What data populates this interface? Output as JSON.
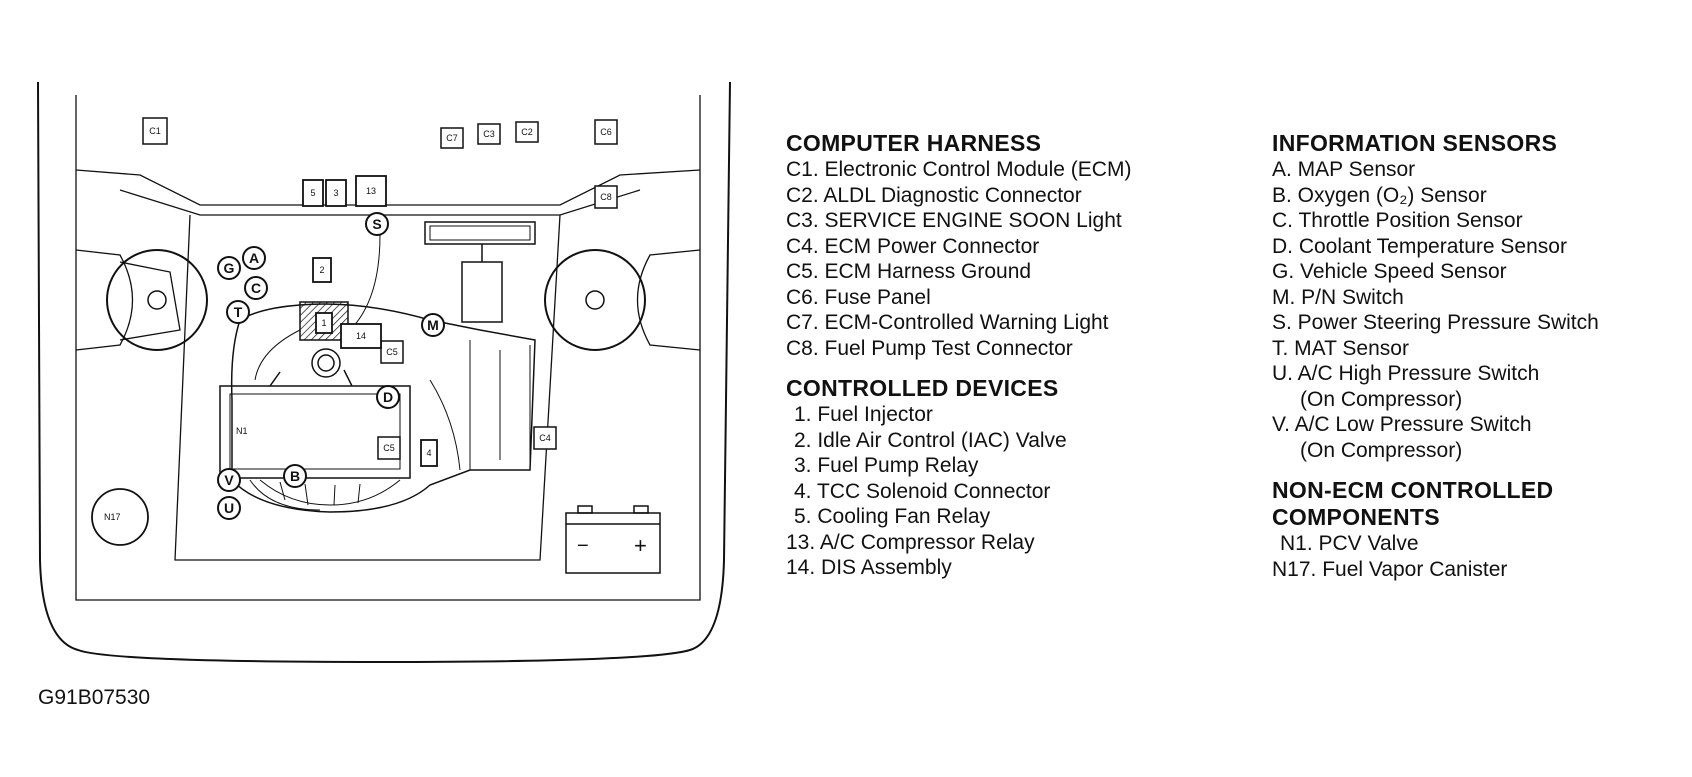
{
  "figure_id": "G91B07530",
  "diagram": {
    "harness_boxes": [
      "C1",
      "C7",
      "C3",
      "C2",
      "C6",
      "C8",
      "C4",
      "C5",
      "C5"
    ],
    "device_boxes": [
      "5",
      "3",
      "13",
      "2",
      "1",
      "14",
      "4"
    ],
    "sensor_circles": [
      "S",
      "A",
      "G",
      "C",
      "T",
      "M",
      "D",
      "B",
      "V",
      "U"
    ],
    "canister_label": "N17",
    "pcv_label": "N1",
    "battery_minus": "−",
    "battery_plus": "+"
  },
  "legend": {
    "computer_harness": {
      "title": "COMPUTER HARNESS",
      "items": [
        "C1. Electronic Control Module (ECM)",
        "C2. ALDL Diagnostic Connector",
        "C3. SERVICE ENGINE SOON Light",
        "C4. ECM Power Connector",
        "C5. ECM Harness Ground",
        "C6. Fuse Panel",
        "C7. ECM-Controlled Warning Light",
        "C8. Fuel Pump Test Connector"
      ]
    },
    "controlled_devices": {
      "title": "CONTROLLED DEVICES",
      "items": [
        "1. Fuel Injector",
        "2. Idle Air Control (IAC) Valve",
        "3. Fuel Pump Relay",
        "4. TCC Solenoid Connector",
        "5. Cooling Fan Relay",
        "13. A/C Compressor Relay",
        "14. DIS Assembly"
      ]
    },
    "information_sensors": {
      "title": "INFORMATION SENSORS",
      "items": [
        "A. MAP Sensor",
        "B. Oxygen (O₂) Sensor",
        "C. Throttle Position Sensor",
        "D. Coolant Temperature Sensor",
        "G. Vehicle Speed Sensor",
        "M. P/N Switch",
        "S. Power Steering Pressure Switch",
        "T. MAT Sensor",
        "U. A/C High Pressure Switch",
        "(On Compressor)",
        "V. A/C Low Pressure Switch",
        "(On Compressor)"
      ]
    },
    "non_ecm": {
      "title_line1": "NON-ECM CONTROLLED",
      "title_line2": "COMPONENTS",
      "items": [
        "N1. PCV Valve",
        "N17. Fuel Vapor Canister"
      ]
    }
  }
}
